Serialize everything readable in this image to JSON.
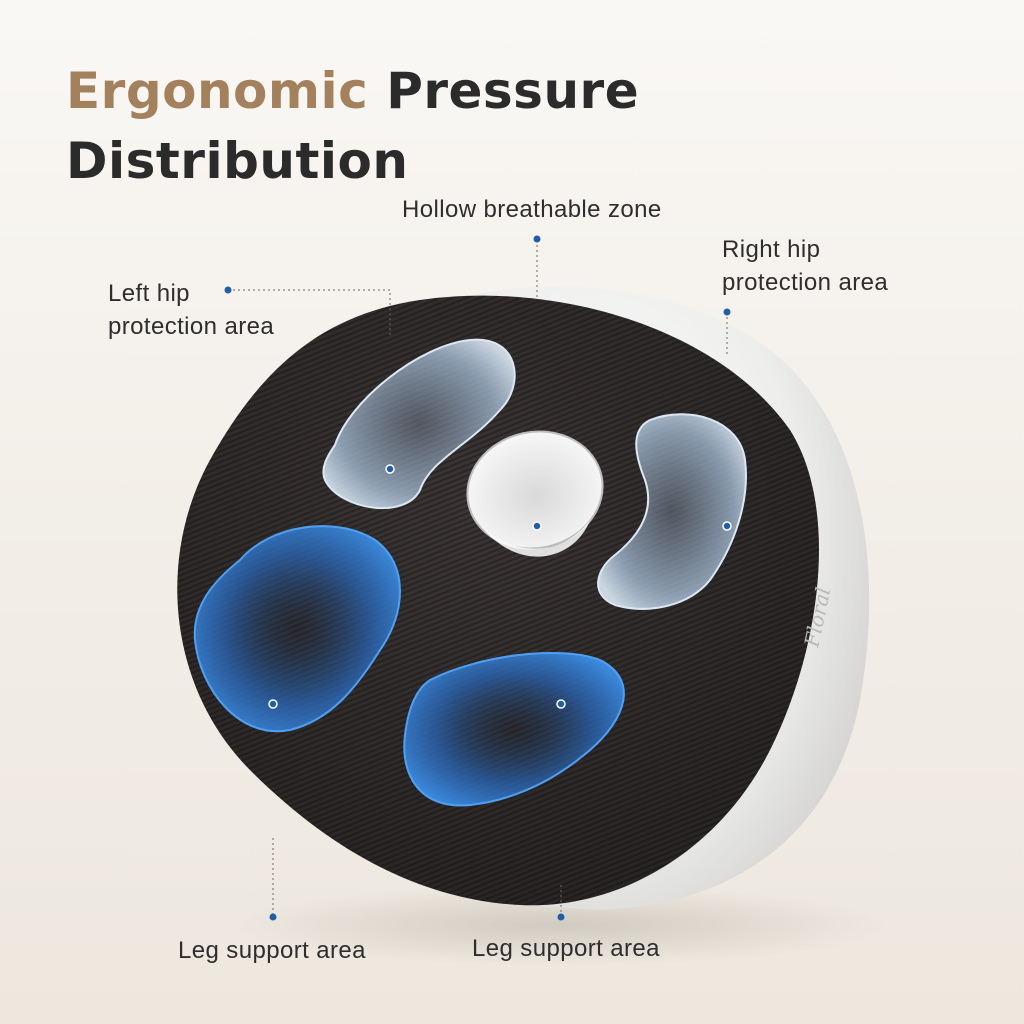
{
  "headline": {
    "accent": "Ergonomic",
    "line1_rest": "Pressure",
    "line2": "Distribution"
  },
  "callouts": {
    "hollow_zone": "Hollow breathable zone",
    "left_hip": [
      "Left hip",
      "protection area"
    ],
    "right_hip": [
      "Right hip",
      "protection area"
    ],
    "leg_left": "Leg support area",
    "leg_right": "Leg support area"
  },
  "brand_mark": "Floral",
  "colors": {
    "accent": "#a4815d",
    "heading": "#2b2b2b",
    "marker": "#1f5fa8",
    "cushion_top": "#3a3434",
    "cushion_side": "#ecebe9",
    "zone_pale": "#b6cde4",
    "zone_strong": "#2f7ed8"
  }
}
